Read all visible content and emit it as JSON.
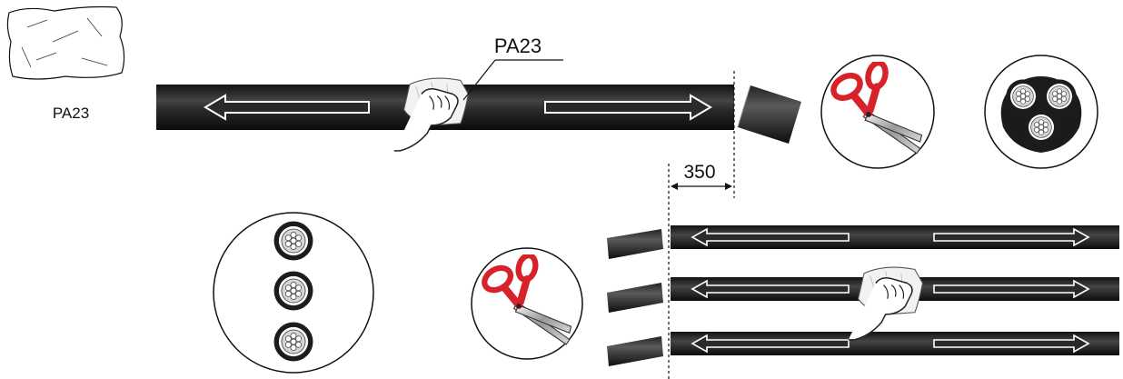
{
  "labels": {
    "wipe_label": "PA23",
    "pack_label": "PA23",
    "dimension": "350"
  },
  "icons": {
    "wipe_pack": "wipe-package-icon",
    "hand": "hand-icon",
    "scissors": "scissors-icon",
    "cable_section_trefoil": "cable-cross-section-icon",
    "cable_section_single": "single-core-section-icon"
  },
  "colors": {
    "cable": "#1f1f1f",
    "scissors": "#d8222a"
  }
}
